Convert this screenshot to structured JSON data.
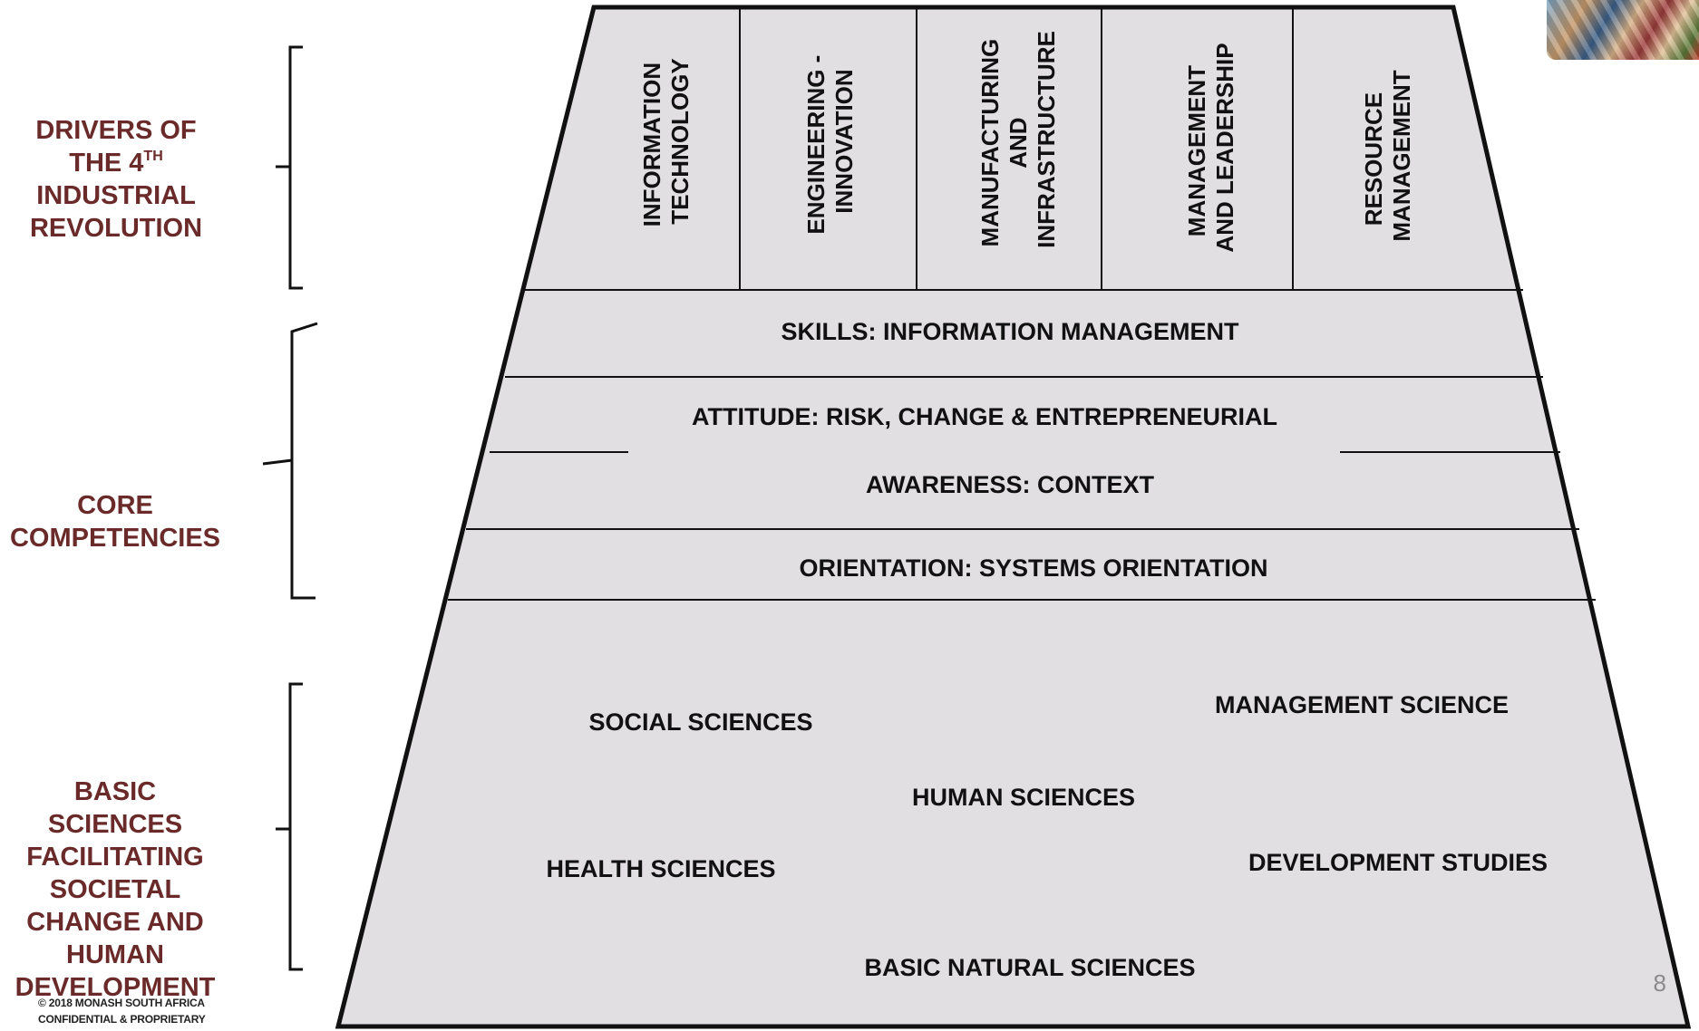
{
  "drivers": [
    {
      "lines": [
        "INFORMATION",
        "TECHNOLOGY"
      ]
    },
    {
      "lines": [
        "ENGINEERING -",
        "INNOVATION"
      ]
    },
    {
      "lines": [
        "MANUFACTURING",
        "AND",
        "INFRASTRUCTURE"
      ]
    },
    {
      "lines": [
        "MANAGEMENT",
        "AND LEADERSHIP"
      ]
    },
    {
      "lines": [
        "RESOURCE",
        "MANAGEMENT"
      ]
    }
  ],
  "competencies": {
    "skills": "SKILLS: INFORMATION MANAGEMENT",
    "attitude": "ATTITUDE: RISK, CHANGE & ENTREPRENEURIAL",
    "awareness": "AWARENESS: CONTEXT",
    "orientation": "ORIENTATION: SYSTEMS ORIENTATION"
  },
  "basic_sciences": {
    "social": "SOCIAL SCIENCES",
    "management": "MANAGEMENT SCIENCE",
    "human": "HUMAN SCIENCES",
    "health": "HEALTH SCIENCES",
    "development": "DEVELOPMENT STUDIES",
    "natural": "BASIC NATURAL SCIENCES"
  },
  "side_labels": {
    "drivers_pre": "DRIVERS OF",
    "drivers_the": "THE 4",
    "drivers_sup": "TH",
    "drivers_post1": "INDUSTRIAL",
    "drivers_post2": "REVOLUTION",
    "core1": "CORE",
    "core2": "COMPETENCIES",
    "basic1": "BASIC",
    "basic2": "SCIENCES",
    "basic3": "FACILITATING",
    "basic4": "SOCIETAL",
    "basic5": "CHANGE AND",
    "basic6": "HUMAN",
    "basic7": "DEVELOPMENT"
  },
  "footer": {
    "line1": "© 2018 MONASH SOUTH AFRICA",
    "line2": "CONFIDENTIAL & PROPRIETARY"
  },
  "page_number": "8",
  "colors": {
    "trapezoid_fill": "#e1dfe2",
    "line": "#111111",
    "label": "#6b2a2a"
  }
}
